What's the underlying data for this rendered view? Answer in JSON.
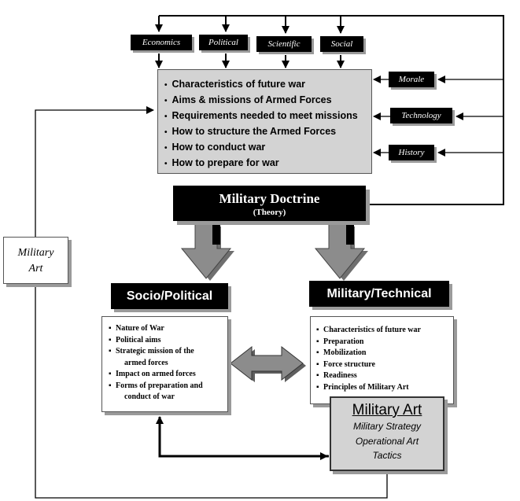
{
  "top_factors": [
    "Economics",
    "Political",
    "Scientific",
    "Social"
  ],
  "side_factors": [
    "Morale",
    "Technology",
    "History"
  ],
  "central_box": {
    "items": [
      "Characteristics of future war",
      "Aims & missions of Armed Forces",
      "Requirements needed to meet missions",
      "How to structure the Armed Forces",
      "How to conduct war",
      "How to prepare for war"
    ]
  },
  "doctrine": {
    "title": "Military Doctrine",
    "subtitle": "(Theory)"
  },
  "socio_political": {
    "title": "Socio/Political",
    "items": [
      "Nature of War",
      "Political aims",
      "Strategic mission of the",
      "Impact on armed forces",
      "Forms of preparation and"
    ],
    "continuations": [
      "armed forces",
      "conduct of war"
    ]
  },
  "military_technical": {
    "title": "Military/Technical",
    "items": [
      "Characteristics of future war",
      "Preparation",
      "Mobilization",
      "Force structure",
      "Readiness",
      "Principles of Military Art"
    ]
  },
  "military_art_side": {
    "line1": "Military",
    "line2": "Art"
  },
  "military_art_box": {
    "title": "Military Art",
    "lines": [
      "Military Strategy",
      "Operational Art",
      "Tactics"
    ]
  },
  "colors": {
    "gray_fill": "#d3d3d3",
    "black": "#000000",
    "shadow": "#9a9a9a",
    "arrow_gray": "#8c8c8c"
  }
}
